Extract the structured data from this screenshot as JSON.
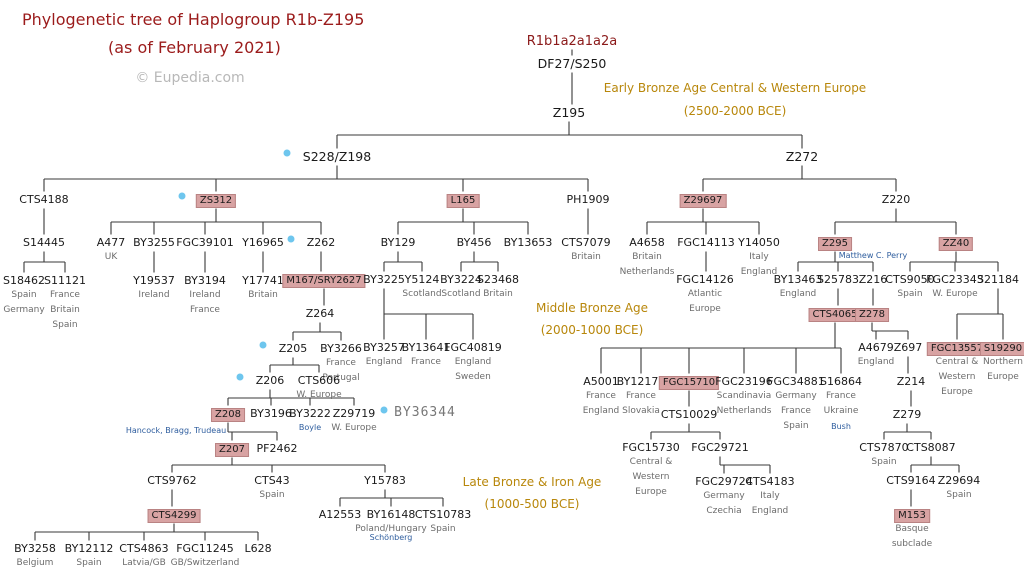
{
  "title": {
    "line1": "Phylogenetic tree of Haplogroup R1b-Z195",
    "line2": "(as of February 2021)",
    "watermark": "© Eupedia.com"
  },
  "eras": [
    {
      "name": "Early Bronze Age Central & Western Europe",
      "dates": "(2500-2000 BCE)"
    },
    {
      "name": "Middle Bronze Age",
      "dates": "(2000-1000 BCE)"
    },
    {
      "name": "Late Bronze & Iron Age",
      "dates": "(1000-500 BCE)"
    }
  ],
  "handwritten_note": "BY36344",
  "colors": {
    "highlight": "#d8a3a3",
    "title": "#9b1b1b",
    "era": "#b8870b",
    "dot": "#6ec6ee",
    "famous": "#2e5d9e"
  },
  "nodes": [
    {
      "id": "r1b",
      "label": "R1b1a2a1a2a",
      "style": "root"
    },
    {
      "id": "df27",
      "label": "DF27/S250",
      "style": "big"
    },
    {
      "id": "z195",
      "label": "Z195",
      "style": "big"
    },
    {
      "id": "s228",
      "label": "S228/Z198",
      "style": "big",
      "dot": true
    },
    {
      "id": "z272",
      "label": "Z272",
      "style": "big"
    },
    {
      "id": "cts4188",
      "label": "CTS4188"
    },
    {
      "id": "zs312",
      "label": "ZS312",
      "style": "hl",
      "dot": true
    },
    {
      "id": "l165",
      "label": "L165",
      "style": "hl"
    },
    {
      "id": "ph1909",
      "label": "PH1909"
    },
    {
      "id": "z29697",
      "label": "Z29697",
      "style": "hl"
    },
    {
      "id": "z220",
      "label": "Z220"
    },
    {
      "id": "s14445",
      "label": "S14445"
    },
    {
      "id": "s18462",
      "label": "S18462",
      "sub": [
        "Spain",
        "Germany"
      ]
    },
    {
      "id": "s11121",
      "label": "S11121",
      "sub": [
        "France",
        "Britain",
        "Spain"
      ]
    },
    {
      "id": "a477",
      "label": "A477",
      "sub": [
        "UK"
      ]
    },
    {
      "id": "by3255",
      "label": "BY3255"
    },
    {
      "id": "y19537",
      "label": "Y19537",
      "sub": [
        "Ireland"
      ]
    },
    {
      "id": "fgc39101",
      "label": "FGC39101"
    },
    {
      "id": "by3194",
      "label": "BY3194",
      "sub": [
        "Ireland",
        "France"
      ]
    },
    {
      "id": "y16965",
      "label": "Y16965"
    },
    {
      "id": "y17741",
      "label": "Y17741",
      "sub": [
        "Britain"
      ]
    },
    {
      "id": "z262",
      "label": "Z262",
      "dot": true
    },
    {
      "id": "m167",
      "label": "M167/SRY2627",
      "style": "hl"
    },
    {
      "id": "z264",
      "label": "Z264"
    },
    {
      "id": "z205",
      "label": "Z205",
      "dot": true
    },
    {
      "id": "by3266",
      "label": "BY3266",
      "sub": [
        "France",
        "Portugal"
      ]
    },
    {
      "id": "z206",
      "label": "Z206",
      "dot": true
    },
    {
      "id": "cts606",
      "label": "CTS606",
      "sub": [
        "W. Europe"
      ]
    },
    {
      "id": "z208",
      "label": "Z208",
      "style": "hl",
      "famous": "Hancock, Bragg, Trudeau"
    },
    {
      "id": "by3196",
      "label": "BY3196"
    },
    {
      "id": "by3222",
      "label": "BY3222",
      "famous": "Boyle"
    },
    {
      "id": "z29719",
      "label": "Z29719",
      "sub": [
        "W. Europe"
      ],
      "dot": true
    },
    {
      "id": "z207",
      "label": "Z207",
      "style": "hl"
    },
    {
      "id": "pf2462",
      "label": "PF2462"
    },
    {
      "id": "cts9762",
      "label": "CTS9762"
    },
    {
      "id": "cts43",
      "label": "CTS43",
      "sub": [
        "Spain"
      ]
    },
    {
      "id": "y15783",
      "label": "Y15783"
    },
    {
      "id": "cts4299",
      "label": "CTS4299",
      "style": "hl"
    },
    {
      "id": "by3258",
      "label": "BY3258",
      "sub": [
        "Belgium"
      ]
    },
    {
      "id": "by12112",
      "label": "BY12112",
      "sub": [
        "Spain"
      ]
    },
    {
      "id": "cts4863",
      "label": "CTS4863",
      "sub": [
        "Latvia/GB"
      ]
    },
    {
      "id": "fgc11245",
      "label": "FGC11245",
      "sub": [
        "GB/Switzerland"
      ]
    },
    {
      "id": "l628",
      "label": "L628"
    },
    {
      "id": "a12553",
      "label": "A12553"
    },
    {
      "id": "by16148",
      "label": "BY16148",
      "sub": [
        "Poland/Hungary"
      ],
      "famous": "Schönberg"
    },
    {
      "id": "cts10783",
      "label": "CTS10783",
      "sub": [
        "Spain"
      ]
    },
    {
      "id": "by129",
      "label": "BY129"
    },
    {
      "id": "by456",
      "label": "BY456"
    },
    {
      "id": "by13653",
      "label": "BY13653"
    },
    {
      "id": "by3225",
      "label": "BY3225"
    },
    {
      "id": "y5124",
      "label": "Y5124",
      "sub": [
        "Scotland"
      ]
    },
    {
      "id": "by3224",
      "label": "BY3224",
      "sub": [
        "Scotland"
      ]
    },
    {
      "id": "s23468",
      "label": "S23468",
      "sub": [
        "Britain"
      ]
    },
    {
      "id": "by3257",
      "label": "BY3257",
      "sub": [
        "England"
      ]
    },
    {
      "id": "by13641",
      "label": "BY13641",
      "sub": [
        "France"
      ]
    },
    {
      "id": "fgc40819",
      "label": "FGC40819",
      "sub": [
        "England",
        "Sweden"
      ]
    },
    {
      "id": "cts7079",
      "label": "CTS7079",
      "sub": [
        "Britain"
      ]
    },
    {
      "id": "a4658",
      "label": "A4658",
      "sub": [
        "Britain",
        "Netherlands"
      ]
    },
    {
      "id": "fgc14113",
      "label": "FGC14113"
    },
    {
      "id": "y14050",
      "label": "Y14050",
      "sub": [
        "Italy",
        "England"
      ]
    },
    {
      "id": "fgc14126",
      "label": "FGC14126",
      "sub": [
        "Atlantic",
        "Europe"
      ]
    },
    {
      "id": "z295",
      "label": "Z295",
      "style": "hl",
      "famous": "Matthew C. Perry"
    },
    {
      "id": "zz40",
      "label": "ZZ40",
      "style": "hl"
    },
    {
      "id": "by13463",
      "label": "BY13463",
      "sub": [
        "England"
      ]
    },
    {
      "id": "s25783",
      "label": "S25783"
    },
    {
      "id": "z216",
      "label": "Z216"
    },
    {
      "id": "cts4065",
      "label": "CTS4065",
      "style": "hl"
    },
    {
      "id": "z278",
      "label": "Z278",
      "style": "hl"
    },
    {
      "id": "cts9050",
      "label": "CTS9050",
      "sub": [
        "Spain"
      ]
    },
    {
      "id": "fgc23343",
      "label": "FGC23343",
      "sub": [
        "W. Europe"
      ]
    },
    {
      "id": "s21184",
      "label": "S21184"
    },
    {
      "id": "fgc13557",
      "label": "FGC13557",
      "style": "hl",
      "sub": [
        "Central &",
        "Western",
        "Europe"
      ]
    },
    {
      "id": "s19290",
      "label": "S19290",
      "style": "hl",
      "sub": [
        "Northern",
        "Europe"
      ]
    },
    {
      "id": "a4679",
      "label": "A4679",
      "sub": [
        "England"
      ]
    },
    {
      "id": "z697",
      "label": "Z697"
    },
    {
      "id": "z214",
      "label": "Z214"
    },
    {
      "id": "z279",
      "label": "Z279"
    },
    {
      "id": "cts7870",
      "label": "CTS7870",
      "sub": [
        "Spain"
      ]
    },
    {
      "id": "cts8087",
      "label": "CTS8087"
    },
    {
      "id": "cts9164",
      "label": "CTS9164"
    },
    {
      "id": "z29694",
      "label": "Z29694",
      "sub": [
        "Spain"
      ]
    },
    {
      "id": "m153",
      "label": "M153",
      "style": "hl",
      "sub": [
        "Basque",
        "subclade"
      ]
    },
    {
      "id": "a5001",
      "label": "A5001",
      "sub": [
        "France",
        "England"
      ]
    },
    {
      "id": "by12171",
      "label": "BY12171",
      "sub": [
        "France",
        "Slovakia"
      ]
    },
    {
      "id": "fgc15710",
      "label": "FGC15710",
      "style": "hl"
    },
    {
      "id": "fgc23196",
      "label": "FGC23196",
      "sub": [
        "Scandinavia",
        "Netherlands"
      ]
    },
    {
      "id": "fgc34881",
      "label": "FGC34881",
      "sub": [
        "Germany",
        "France",
        "Spain"
      ]
    },
    {
      "id": "s16864",
      "label": "S16864",
      "sub": [
        "France",
        "Ukraine"
      ],
      "famous": "Bush"
    },
    {
      "id": "cts10029",
      "label": "CTS10029"
    },
    {
      "id": "fgc15730",
      "label": "FGC15730",
      "sub": [
        "Central &",
        "Western",
        "Europe"
      ]
    },
    {
      "id": "fgc29721",
      "label": "FGC29721"
    },
    {
      "id": "fgc29724",
      "label": "FGC29724",
      "sub": [
        "Germany",
        "Czechia"
      ]
    },
    {
      "id": "cts4183",
      "label": "CTS4183",
      "sub": [
        "Italy",
        "England"
      ]
    }
  ]
}
